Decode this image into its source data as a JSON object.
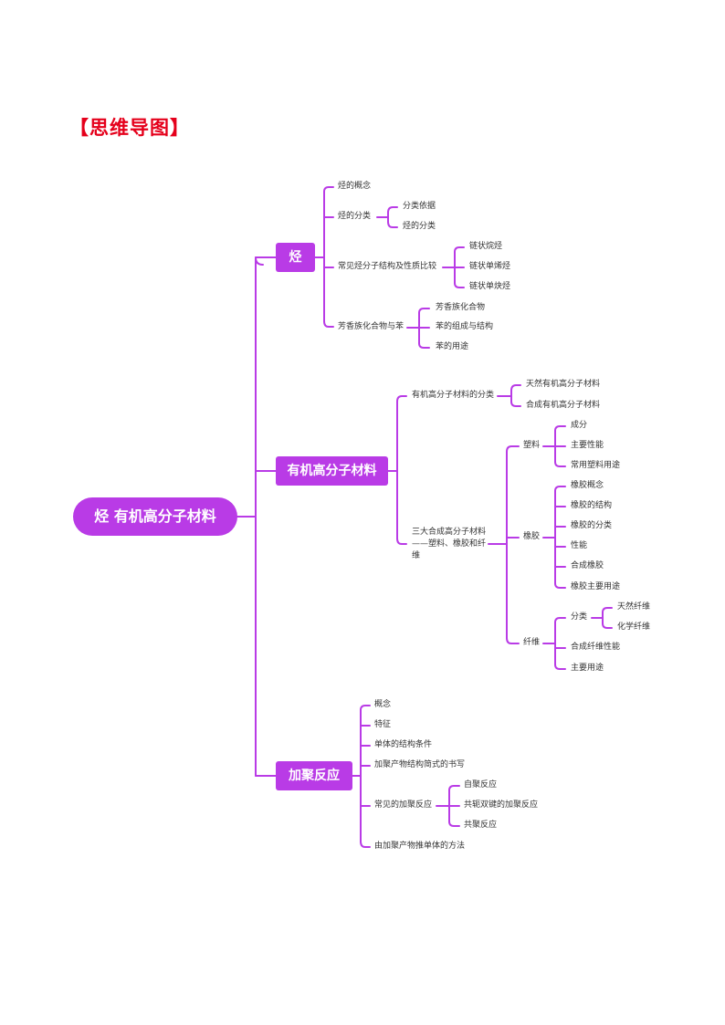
{
  "heading": "【思维导图】",
  "colors": {
    "accent": "#b93be6",
    "heading": "#e5001b",
    "text": "#333333"
  },
  "root": "烃 有机高分子材料",
  "branches": {
    "hydrocarbon": {
      "label": "烃",
      "items": {
        "concept": "烃的概念",
        "classify": "烃的分类",
        "classify_basis": "分类依据",
        "classify_types": "烃的分类",
        "compare": "常见烃分子结构及性质比较",
        "alkane": "链状烷烃",
        "alkene": "链状单烯烃",
        "alkyne": "链状单炔烃",
        "aromatic": "芳香族化合物与苯",
        "aromatic_compound": "芳香族化合物",
        "benzene_structure": "苯的组成与结构",
        "benzene_use": "苯的用途"
      }
    },
    "polymer": {
      "label": "有机高分子材料",
      "items": {
        "classify": "有机高分子材料的分类",
        "natural": "天然有机高分子材料",
        "synthetic": "合成有机高分子材料",
        "three_major_1": "三大合成高分子材料",
        "three_major_2": "——塑料、橡胶和纤",
        "three_major_3": "维",
        "plastic": "塑料",
        "plastic_component": "成分",
        "plastic_property": "主要性能",
        "plastic_use": "常用塑料用途",
        "rubber": "橡胶",
        "rubber_concept": "橡胶概念",
        "rubber_structure": "橡胶的结构",
        "rubber_classify": "橡胶的分类",
        "rubber_property": "性能",
        "rubber_synthetic": "合成橡胶",
        "rubber_use": "橡胶主要用途",
        "fiber": "纤维",
        "fiber_classify": "分类",
        "fiber_natural": "天然纤维",
        "fiber_chemical": "化学纤维",
        "fiber_synthetic_property": "合成纤维性能",
        "fiber_use": "主要用途"
      }
    },
    "polymerization": {
      "label": "加聚反应",
      "items": {
        "concept": "概念",
        "feature": "特征",
        "monomer_condition": "单体的结构条件",
        "product_formula": "加聚产物结构简式的书写",
        "common": "常见的加聚反应",
        "self": "自聚反应",
        "conjugated": "共轭双键的加聚反应",
        "copolymer": "共聚反应",
        "deduce_monomer": "由加聚产物推单体的方法"
      }
    }
  }
}
